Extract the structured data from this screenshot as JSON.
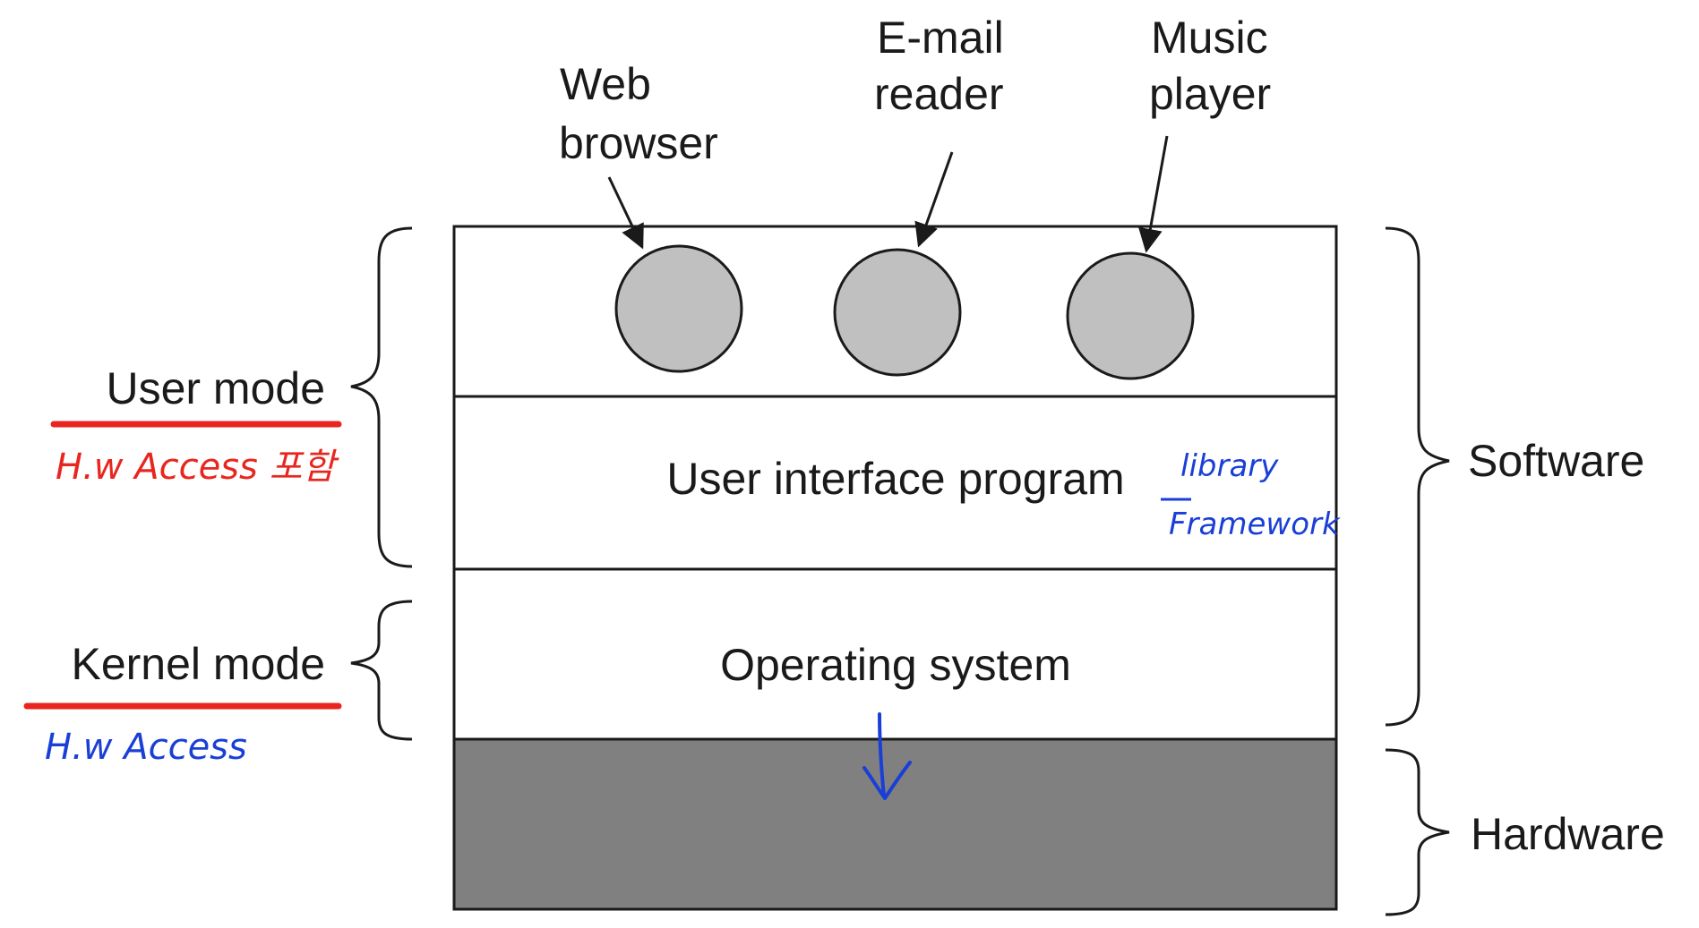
{
  "apps": [
    {
      "line1": "Web",
      "line2": "browser"
    },
    {
      "line1": "E-mail",
      "line2": "reader"
    },
    {
      "line1": "Music",
      "line2": "player"
    }
  ],
  "layers": {
    "ui_program": "User interface program",
    "os": "Operating system"
  },
  "modes": {
    "user": "User mode",
    "kernel": "Kernel mode"
  },
  "groups": {
    "software": "Software",
    "hardware": "Hardware"
  },
  "annotations": {
    "user_note": "H.w Access 포함",
    "kernel_note": "H.w Access",
    "ui_note_1": "library",
    "ui_note_2": "Framework"
  },
  "colors": {
    "app_circle": "#c0c0c0",
    "hardware": "#808080",
    "stroke": "#1a1a1a",
    "red_ink": "#e8261f",
    "blue_ink": "#1a3fd6"
  }
}
